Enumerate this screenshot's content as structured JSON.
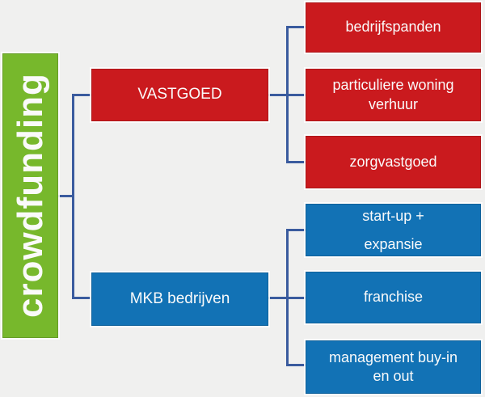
{
  "colors": {
    "root_green": "#77b82c",
    "category_red": "#ca1a1e",
    "category_blue": "#1272b5",
    "connector_blue": "#3a5b9e",
    "background": "#f0f0ef",
    "text_white": "#fafafa"
  },
  "tree": {
    "root": {
      "label": "crowdfunding"
    },
    "branches": [
      {
        "label": "VASTGOED",
        "color": "#ca1a1e",
        "children": [
          "bedrijfspanden",
          "particuliere woning\nverhuur",
          "zorgvastgoed"
        ]
      },
      {
        "label": "MKB bedrijven",
        "color": "#1272b5",
        "children": [
          "start-up +\nexpansie",
          "franchise",
          "management buy-in\nen out"
        ]
      }
    ]
  }
}
